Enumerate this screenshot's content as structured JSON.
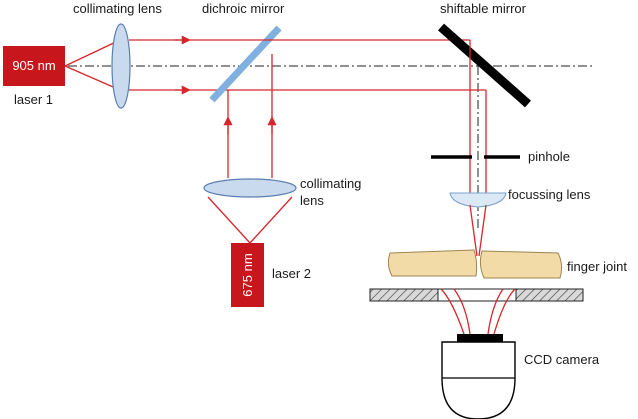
{
  "labels": {
    "collimating_lens_top": "collimating lens",
    "dichroic_mirror": "dichroic mirror",
    "shiftable_mirror": "shiftable mirror",
    "laser1_wavelength": "905 nm",
    "laser1_name": "laser 1",
    "collimating_lens_side_line1": "collimating",
    "collimating_lens_side_line2": "lens",
    "laser2_wavelength": "675 nm",
    "laser2_name": "laser 2",
    "pinhole": "pinhole",
    "focussing_lens": "focussing lens",
    "finger_joint": "finger joint",
    "ccd_camera": "CCD camera"
  },
  "colors": {
    "laser_red": "#c8161d",
    "beam_red": "#d8262c",
    "lens_fill": "#c9d9ee",
    "lens_stroke": "#5a7fb0",
    "dichroic_blue": "#7fb0e0",
    "finger": "#f2dba6"
  }
}
